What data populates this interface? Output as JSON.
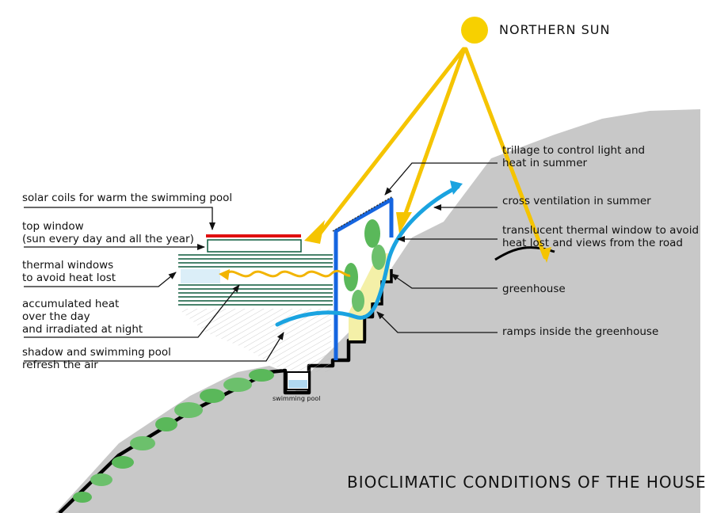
{
  "title": "BIOCLIMATIC CONDITIONS OF THE HOUSE",
  "sun_label": "NORTHERN SUN",
  "pool_label": "swimming pool",
  "left_labels": {
    "solar_coils": "solar coils for warm the swimming pool",
    "top_window_1": "top window",
    "top_window_2": "(sun every day and all the year)",
    "thermal_windows_1": "thermal windows",
    "thermal_windows_2": "to avoid heat lost",
    "accumulated_1": "accumulated heat",
    "accumulated_2": "over the day",
    "accumulated_3": "and irradiated at night",
    "shadow_1": "shadow and swimming pool",
    "shadow_2": "refresh the air"
  },
  "right_labels": {
    "trillage_1": "trillage to control light and",
    "trillage_2": "heat in summer",
    "cross_ventilation": "cross ventilation in summer",
    "translucent_1": "translucent thermal window to avoid",
    "translucent_2": "heat lost and views from the road",
    "greenhouse": "greenhouse",
    "ramps": "ramps inside the greenhouse"
  },
  "colors": {
    "sun": "#f7d000",
    "sun_rays": "#f5c400",
    "terrain": "#c8c8c8",
    "ventilation": "#1aa3e0",
    "frame": "#1565e0",
    "greenhouse_fill": "#f4f0a8",
    "vegetation": "#5ab85a",
    "heat_flow": "#f2b400",
    "solar_coils": "#e01010",
    "water": "#b0d8f0"
  }
}
